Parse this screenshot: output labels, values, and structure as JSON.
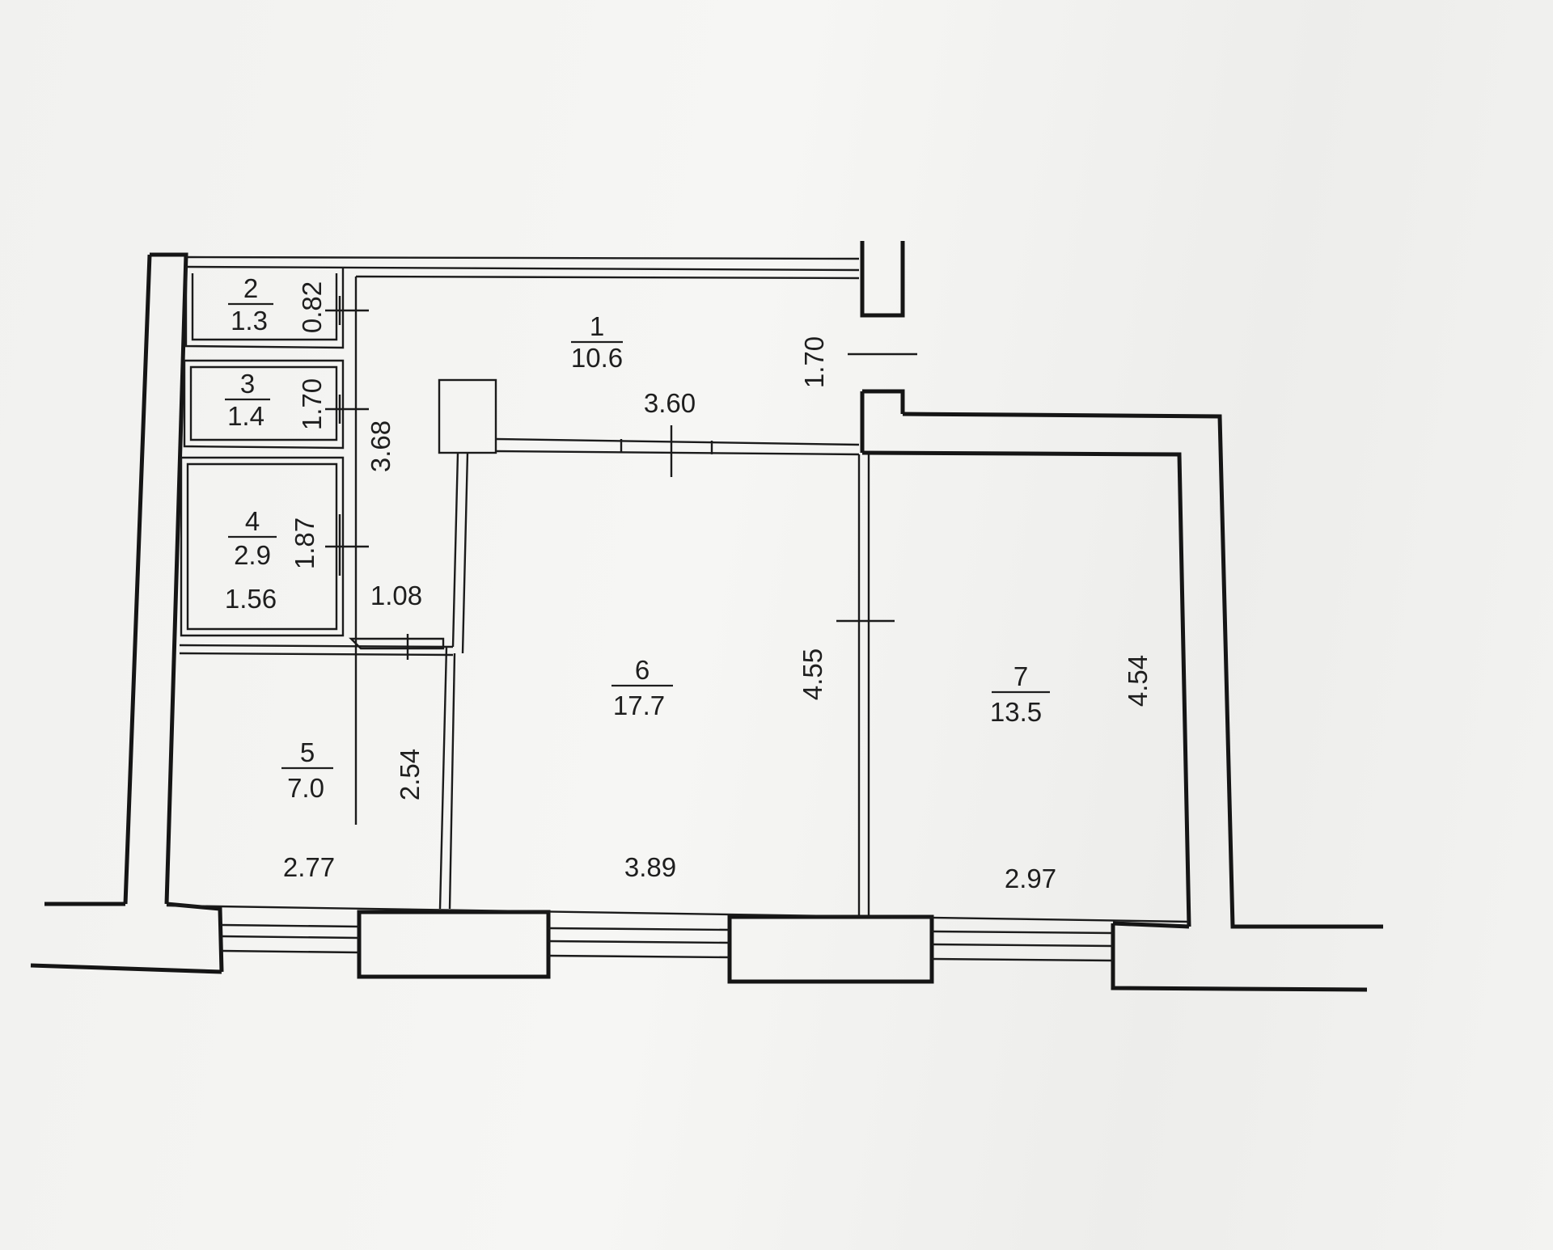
{
  "rooms": [
    {
      "number": "1",
      "area": "10.6"
    },
    {
      "number": "2",
      "area": "1.3"
    },
    {
      "number": "3",
      "area": "1.4"
    },
    {
      "number": "4",
      "area": "2.9"
    },
    {
      "number": "5",
      "area": "7.0"
    },
    {
      "number": "6",
      "area": "17.7"
    },
    {
      "number": "7",
      "area": "13.5"
    }
  ],
  "dimensions": {
    "d_0_82": "0.82",
    "d_1_70_room3": "1.70",
    "d_3_68": "3.68",
    "d_1_87": "1.87",
    "d_1_56": "1.56",
    "d_1_08": "1.08",
    "d_3_60": "3.60",
    "d_1_70_room1": "1.70",
    "d_4_55": "4.55",
    "d_4_54": "4.54",
    "d_2_54": "2.54",
    "d_2_77": "2.77",
    "d_3_89": "3.89",
    "d_2_97": "2.97"
  }
}
